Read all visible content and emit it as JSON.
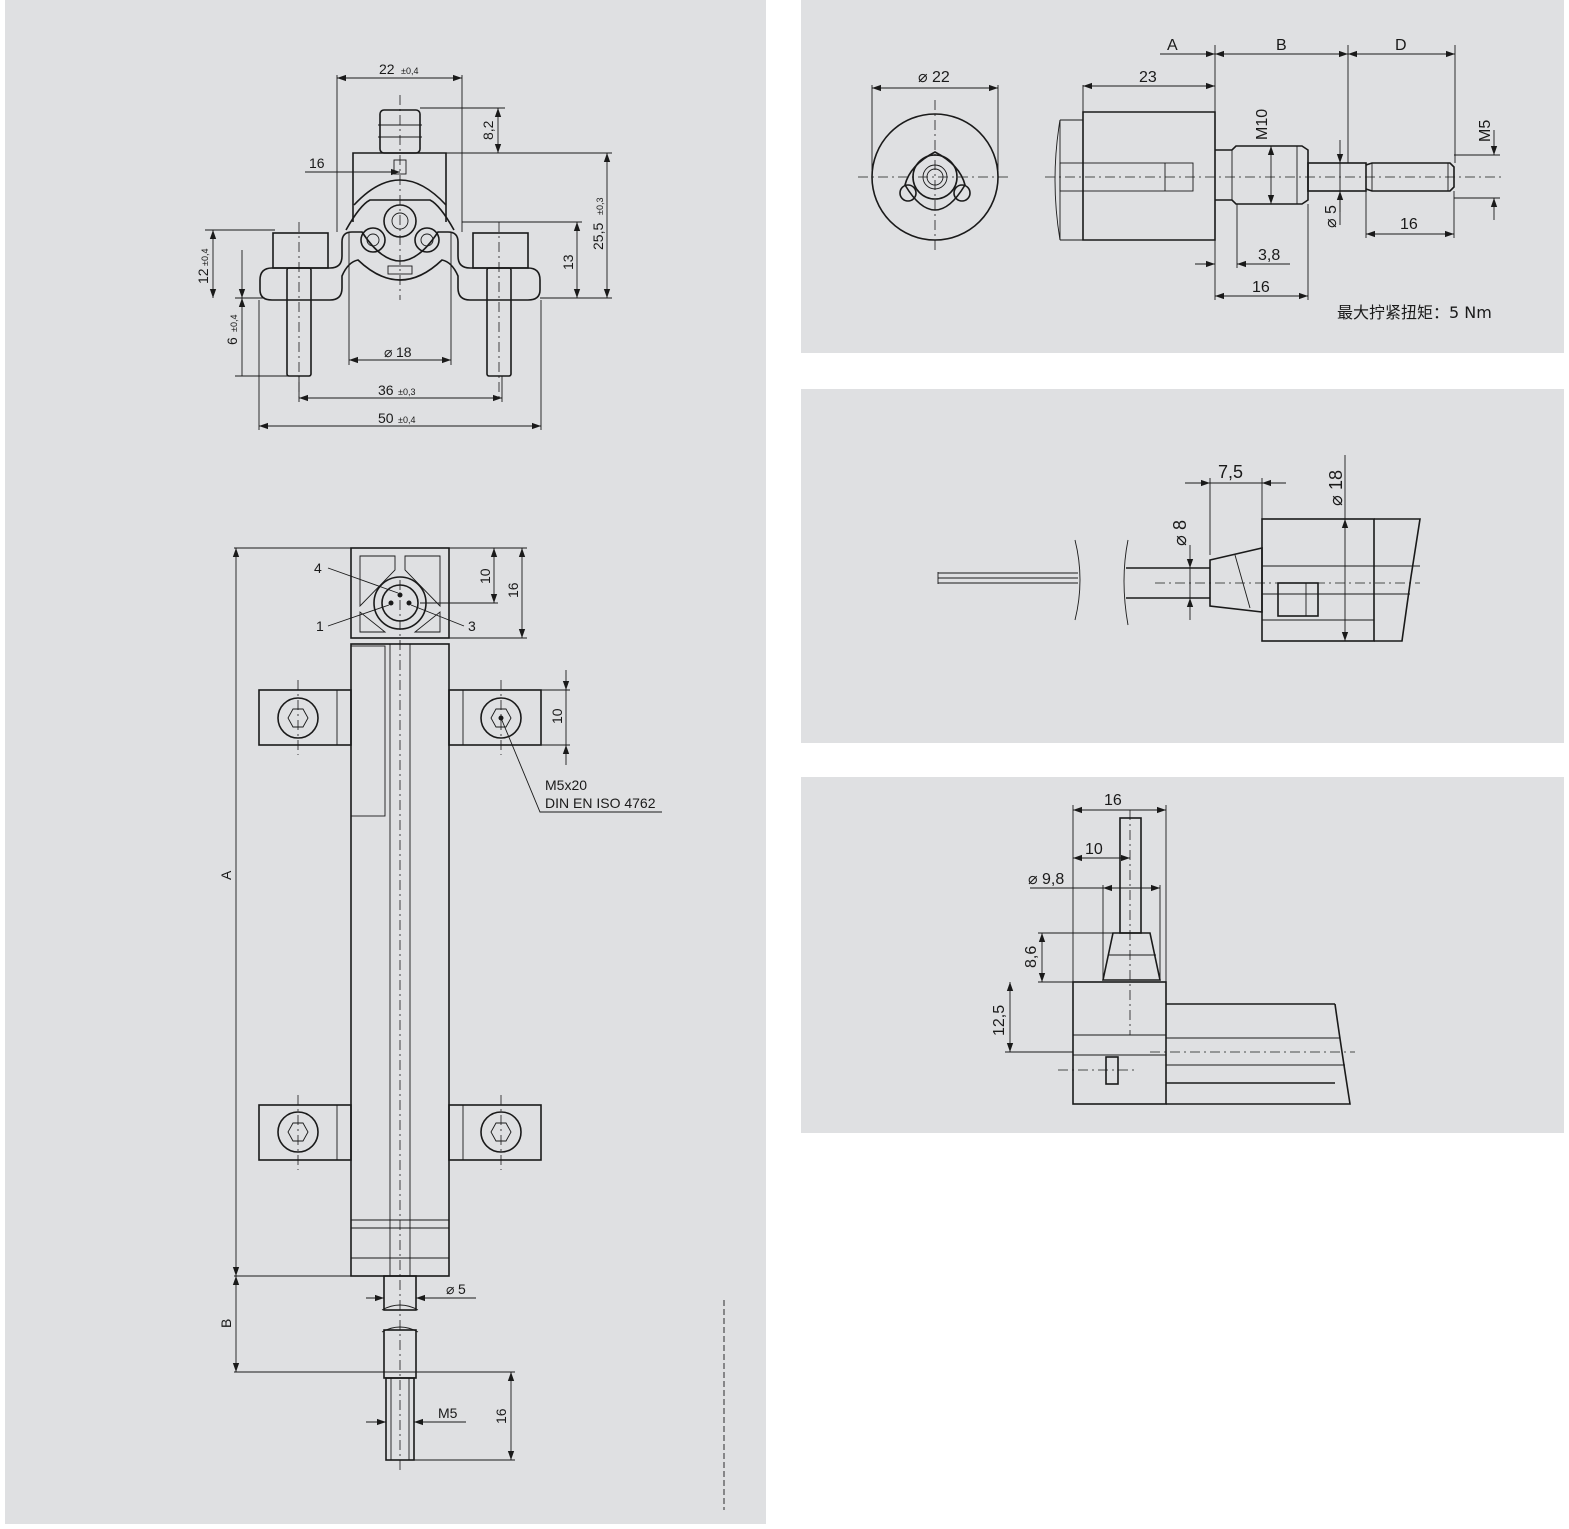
{
  "front_view": {
    "dim_width_top": "22",
    "dim_width_top_tol": "±0,4",
    "dim_connector_height": "8,2",
    "dim_half_width": "16",
    "dim_height_total": "25,5",
    "dim_height_total_tol": "±0,3",
    "dim_flange_height": "12",
    "dim_flange_height_tol": "±0,4",
    "dim_height_13": "13",
    "dim_lower": "6",
    "dim_lower_tol": "±0,4",
    "dim_diameter": "18",
    "dim_hole_spacing": "36",
    "dim_hole_spacing_tol": "±0,3",
    "dim_overall_width": "50",
    "dim_overall_width_tol": "±0,4"
  },
  "side_view": {
    "pin_4": "4",
    "pin_1": "1",
    "pin_3": "3",
    "dim_10": "10",
    "dim_16": "16",
    "dim_mount_10": "10",
    "screw_spec": "M5x20",
    "screw_std": "DIN EN ISO 4762",
    "dim_A": "A",
    "dim_B": "B",
    "dim_rod": "5",
    "dim_thread": "M5",
    "dim_thread_len": "16"
  },
  "rod_detail": {
    "dim_A": "A",
    "dim_B": "B",
    "dim_D": "D",
    "dim_diameter_22": "22",
    "dim_23": "23",
    "dim_M10": "M10",
    "dim_M5": "M5",
    "dim_diameter_5": "5",
    "dim_3_8": "3,8",
    "dim_16_a": "16",
    "dim_16_b": "16",
    "torque_note": "最大拧紧扭矩：5 Nm"
  },
  "cable_axial": {
    "dim_7_5": "7,5",
    "dim_diameter_18": "18",
    "dim_diameter_8": "8"
  },
  "cable_radial": {
    "dim_16": "16",
    "dim_10": "10",
    "dim_diameter_9_8": "9,8",
    "dim_8_6": "8,6",
    "dim_12_5": "12,5"
  },
  "symbols": {
    "diameter": "⌀"
  }
}
